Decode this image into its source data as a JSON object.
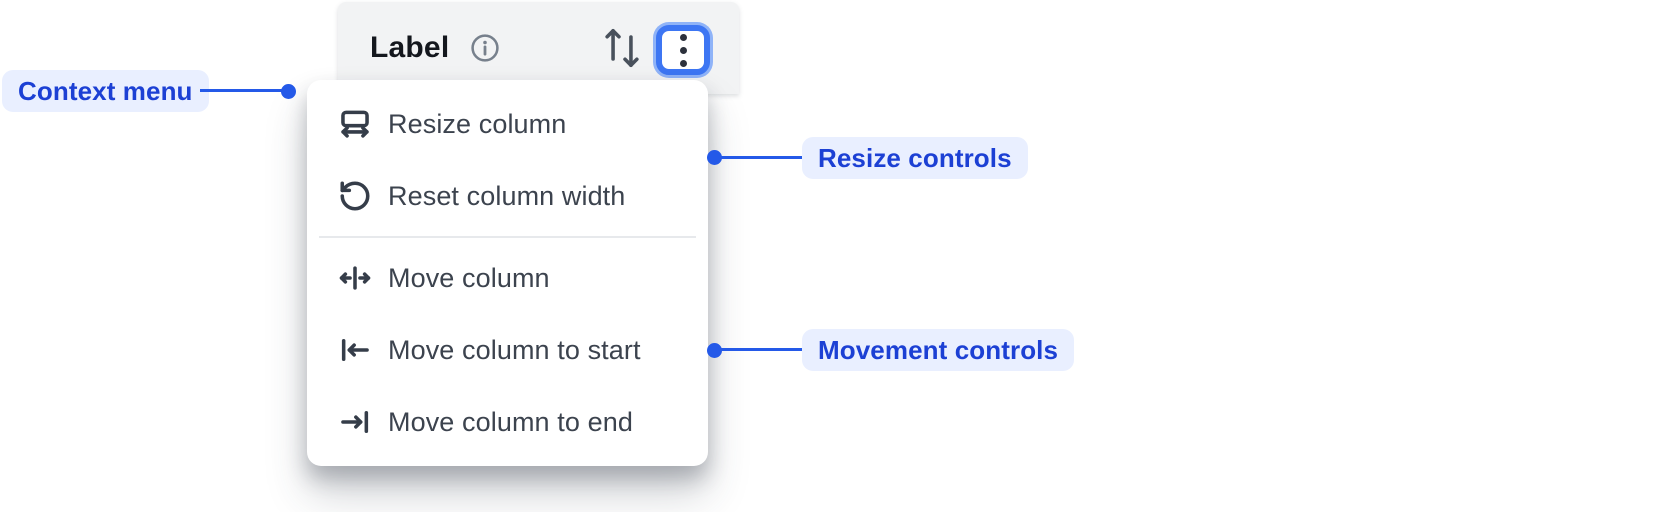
{
  "header": {
    "label": "Label",
    "icons": {
      "info": "info-icon",
      "sort": "sort-arrows-icon",
      "menu_button": "kebab-menu-icon"
    }
  },
  "menu": {
    "items": [
      {
        "label": "Resize column",
        "icon": "resize-column-icon"
      },
      {
        "label": "Reset column width",
        "icon": "reset-column-width-icon"
      },
      {
        "label": "Move column",
        "icon": "move-column-icon"
      },
      {
        "label": "Move column to start",
        "icon": "move-column-to-start-icon"
      },
      {
        "label": "Move column to end",
        "icon": "move-column-to-end-icon"
      }
    ],
    "divider_after_index": 1
  },
  "annotations": {
    "context_menu": {
      "label": "Context menu"
    },
    "resize_controls": {
      "label": "Resize controls"
    },
    "movement_controls": {
      "label": "Movement controls"
    }
  },
  "colors": {
    "header_bg": "#f2f3f4",
    "menu_bg": "#ffffff",
    "menu_text": "#3c434e",
    "icon_stroke": "#353d49",
    "focus_ring_blue": "#3d76f3",
    "annotation_accent": "#2459e8",
    "annotation_text": "#1c40d4",
    "annotation_bg": "#e9efff"
  }
}
